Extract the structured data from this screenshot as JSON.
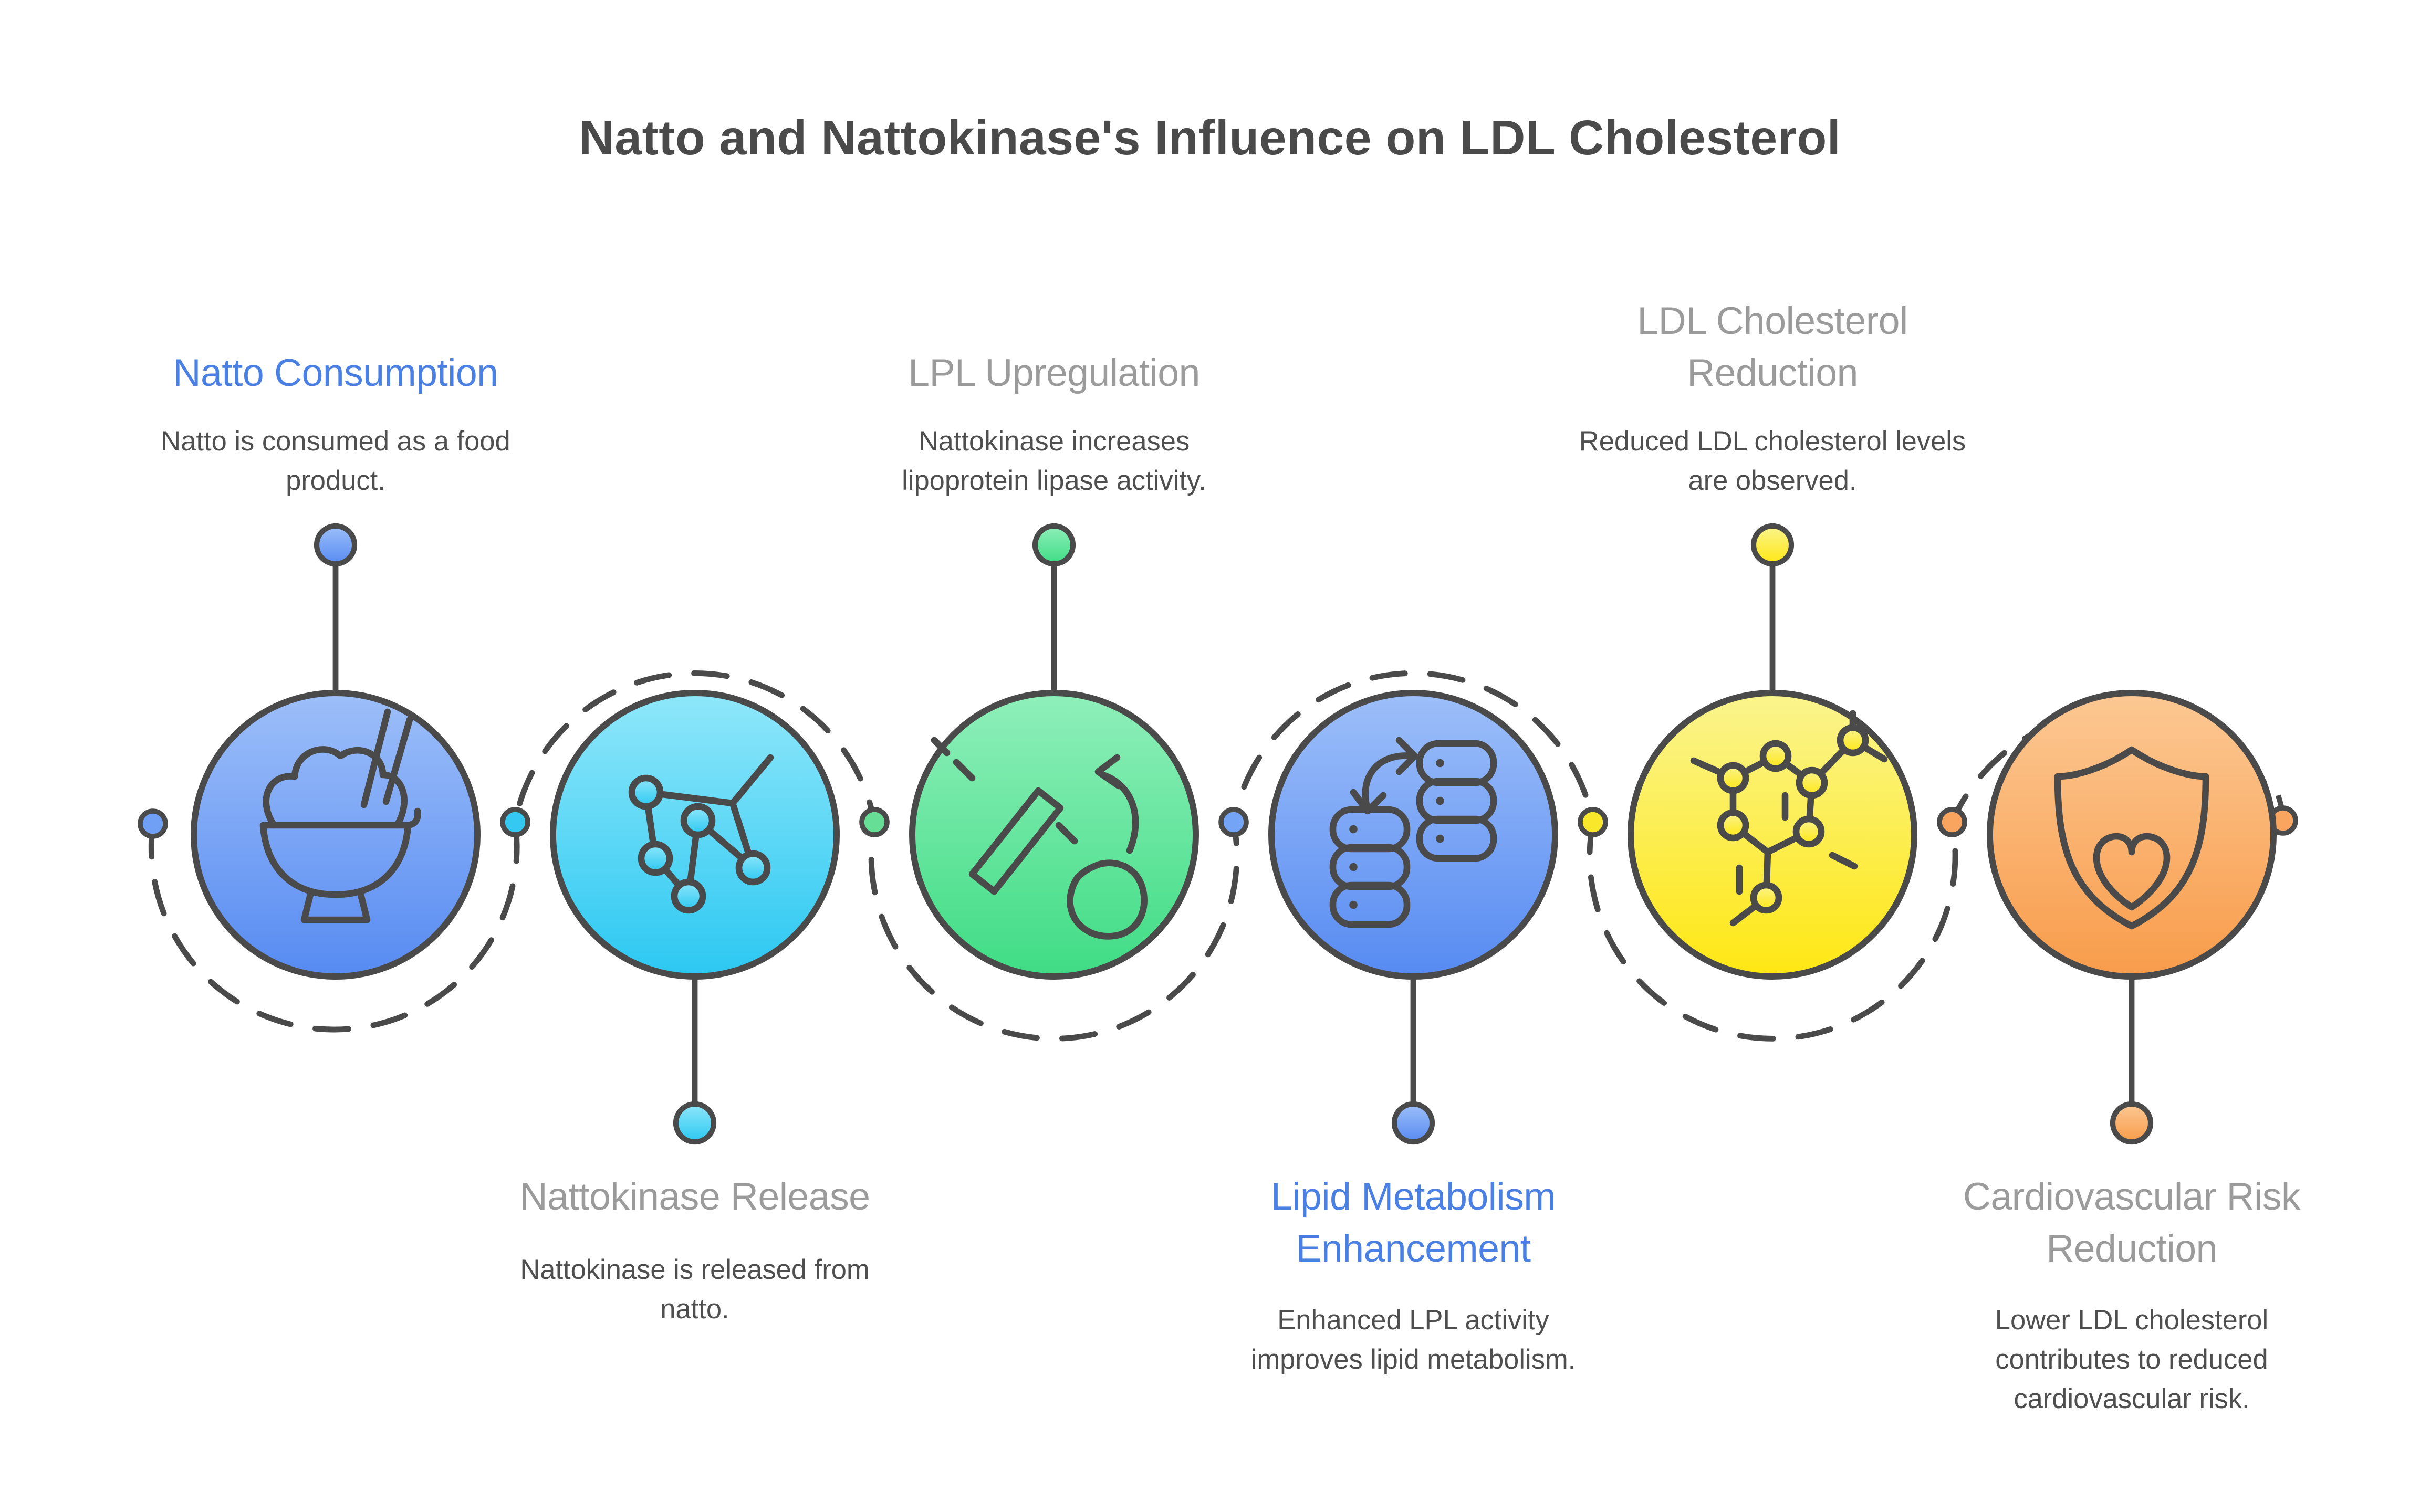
{
  "title": "Natto and Nattokinase's Influence on LDL Cholesterol",
  "steps": [
    {
      "id": 1,
      "label": "Natto Consumption",
      "description": "Natto is consumed as a food product.",
      "label_style": "blue",
      "icon": "rice-bowl-icon",
      "gradient_top": "#9DBFF9",
      "gradient_bottom": "#578BF2",
      "dot_color": "#6FA0F6"
    },
    {
      "id": 2,
      "label": "Nattokinase Release",
      "description": "Nattokinase is released from natto.",
      "label_style": "gray",
      "icon": "molecule-icon",
      "gradient_top": "#8FE7FA",
      "gradient_bottom": "#2CC8F2",
      "dot_color": "#35C9F1"
    },
    {
      "id": 3,
      "label": "LPL Upregulation",
      "description": "Nattokinase increases lipoprotein lipase activity.",
      "label_style": "gray",
      "icon": "enzyme-cut-icon",
      "gradient_top": "#8FEFBA",
      "gradient_bottom": "#3FDC84",
      "dot_color": "#66DE95"
    },
    {
      "id": 4,
      "label": "Lipid Metabolism Enhancement",
      "description": "Enhanced LPL activity improves lipid metabolism.",
      "label_style": "blue",
      "icon": "data-exchange-icon",
      "gradient_top": "#9DBFF9",
      "gradient_bottom": "#578BF2",
      "dot_color": "#74A4F6"
    },
    {
      "id": 5,
      "label": "LDL Cholesterol Reduction",
      "description": "Reduced LDL cholesterol levels are observed.",
      "label_style": "gray",
      "icon": "cholesterol-molecule-icon",
      "gradient_top": "#FAF48E",
      "gradient_bottom": "#FFE713",
      "dot_color": "#F8E72B"
    },
    {
      "id": 6,
      "label": "Cardiovascular Risk Reduction",
      "description": "Lower LDL cholesterol contributes to reduced cardiovascular risk.",
      "label_style": "gray",
      "icon": "shield-heart-icon",
      "gradient_top": "#FCC893",
      "gradient_bottom": "#F89C4B",
      "dot_color": "#F9A55F"
    }
  ],
  "colors": {
    "outline": "#4A4A4A",
    "title_text": "#4A4A4A",
    "heading_blue": "#4A80E4",
    "heading_gray": "#9B9B9B",
    "body_text": "#4F4F4F",
    "background": "#FFFFFF"
  }
}
